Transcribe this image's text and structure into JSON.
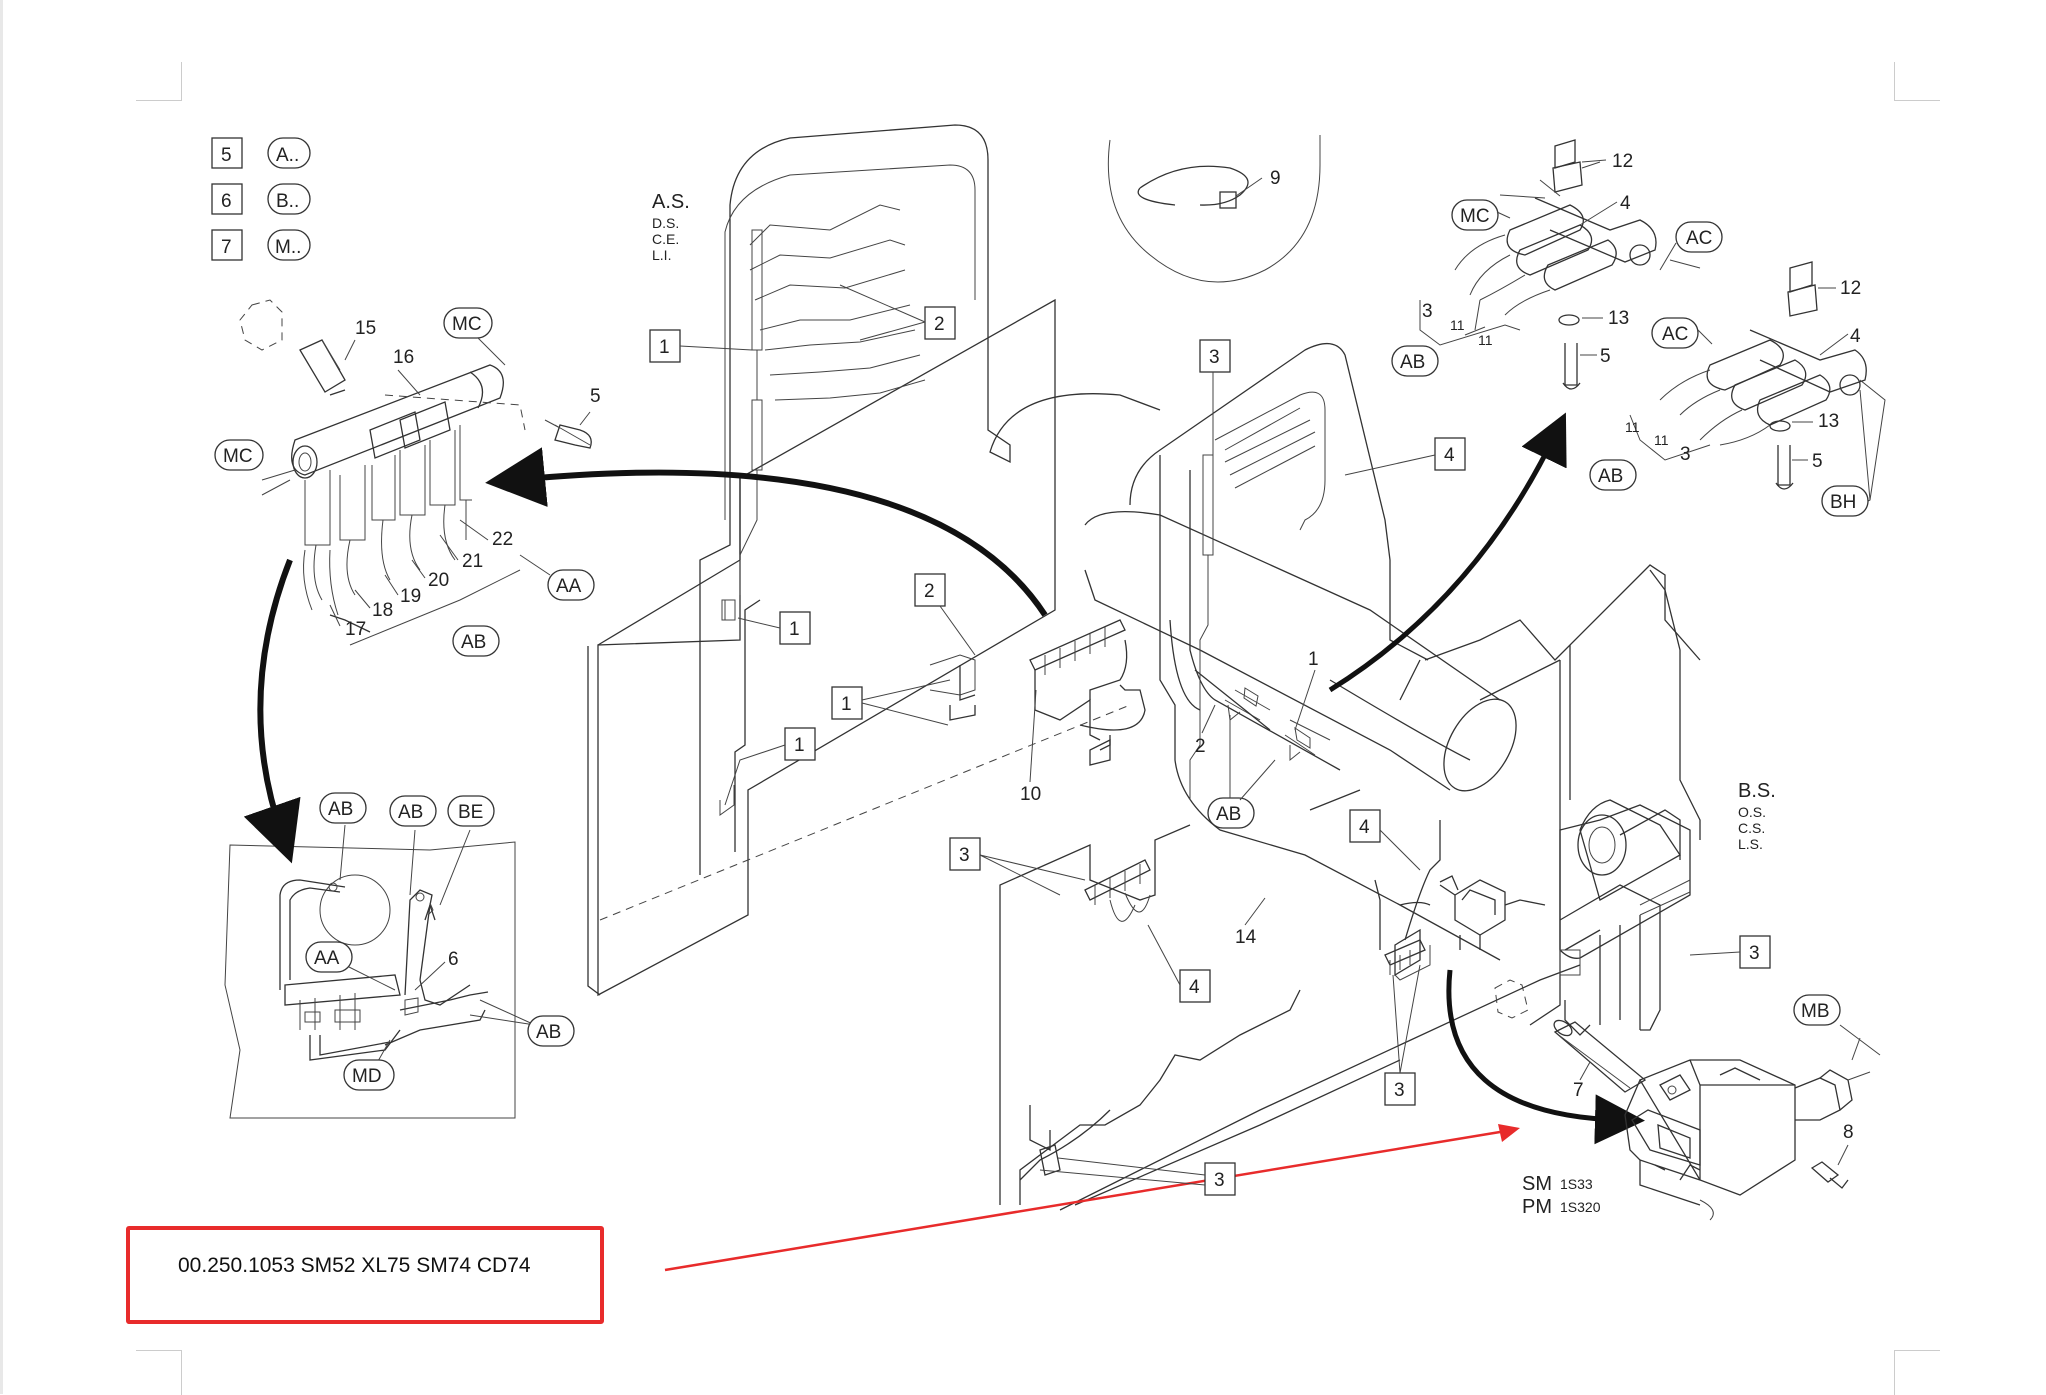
{
  "note": {
    "text": "00.250.1053 SM52 XL75 SM74 CD74"
  },
  "legend": [
    {
      "num": "5",
      "label": "A.."
    },
    {
      "num": "6",
      "label": "B.."
    },
    {
      "num": "7",
      "label": "M.."
    }
  ],
  "side_labels": {
    "as_title": "A.S.",
    "as_1": "D.S.",
    "as_2": "C.E.",
    "as_3": "L.I.",
    "bs_title": "B.S.",
    "bs_1": "O.S.",
    "bs_2": "C.S.",
    "bs_3": "L.S."
  },
  "motor_labels": {
    "sm": "SM",
    "sm_code": "1S33",
    "pm": "PM",
    "pm_code": "1S320"
  },
  "boxed_numbers": [
    "1",
    "2",
    "1",
    "2",
    "1",
    "1",
    "3",
    "4",
    "3",
    "4",
    "4",
    "3",
    "3",
    "3"
  ],
  "callouts": {
    "c9": "9",
    "c12a": "12",
    "c4a": "4",
    "c13a": "13",
    "c5a": "5",
    "c12b": "12",
    "c4b": "4",
    "c13b": "13",
    "c5b": "5",
    "c3a": "3",
    "c11a": "11",
    "c11b": "11",
    "c3b": "3",
    "c11c": "11",
    "c11d": "11",
    "c15": "15",
    "c16": "16",
    "c5c": "5",
    "c22": "22",
    "c21": "21",
    "c20": "20",
    "c19": "19",
    "c18": "18",
    "c17": "17",
    "c6": "6",
    "c10": "10",
    "c2": "2",
    "c1": "1",
    "c14": "14",
    "c7": "7",
    "c8": "8"
  },
  "pills": {
    "mc_a": "MC",
    "ac_a": "AC",
    "ab_a": "AB",
    "ac_b": "AC",
    "ab_b": "AB",
    "bh": "BH",
    "mc_b": "MC",
    "mc_c": "MC",
    "aa_a": "AA",
    "ab_c": "AB",
    "ab_d": "AB",
    "ab_e": "AB",
    "be": "BE",
    "aa_b": "AA",
    "ab_f": "AB",
    "md": "MD",
    "ab_g": "AB",
    "mb": "MB"
  }
}
